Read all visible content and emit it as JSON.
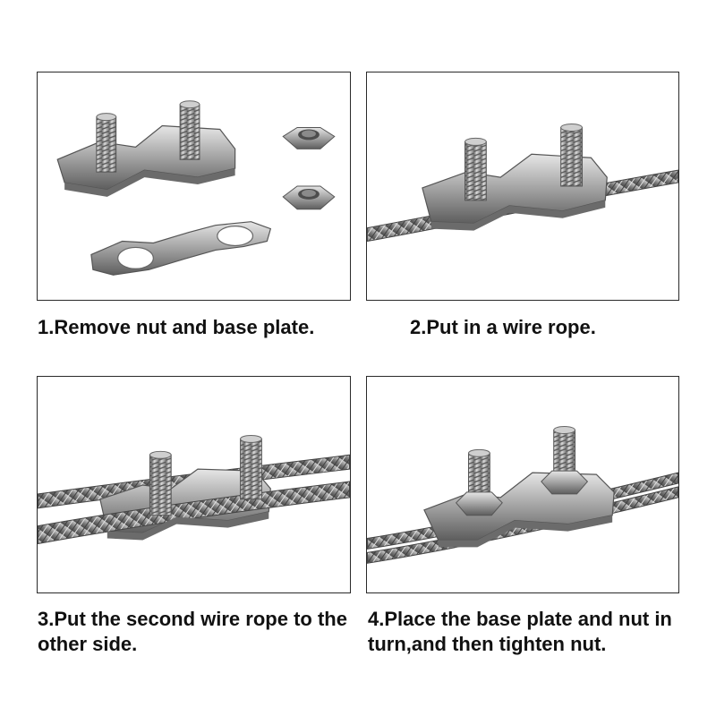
{
  "steps": [
    {
      "caption": "1.Remove nut and base plate."
    },
    {
      "caption": "2.Put in a wire rope."
    },
    {
      "caption": "3.Put the second wire rope to the other side."
    },
    {
      "caption": "4.Place the base plate and nut in turn,and then tighten nut."
    }
  ],
  "colors": {
    "border": "#2a2a2a",
    "caption_text": "#111111",
    "steel": "#9a9a9a",
    "wire": "#7a7a7a"
  }
}
